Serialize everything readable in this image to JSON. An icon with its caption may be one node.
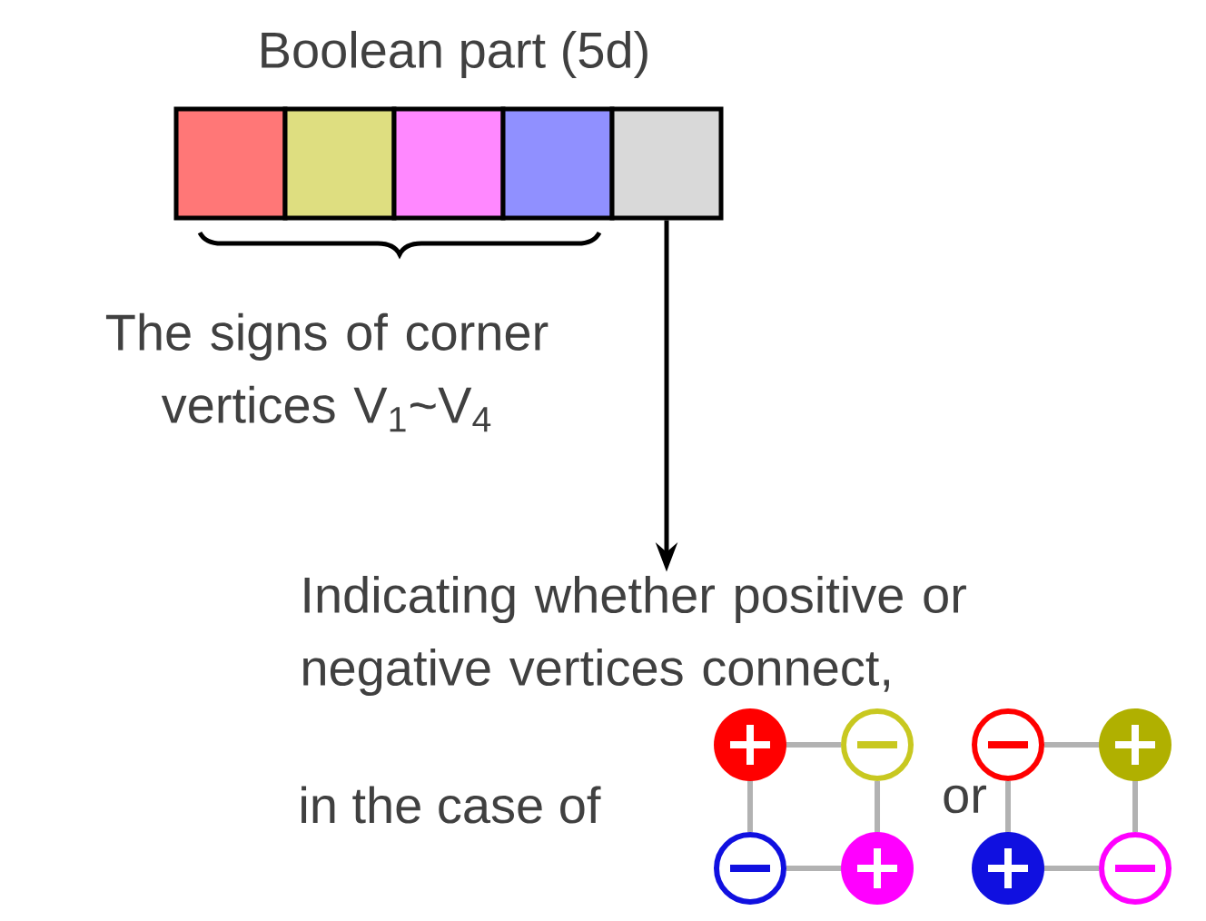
{
  "diagram": {
    "title": "Boolean part (5d)",
    "nodes": [
      {
        "text": [],
        "shape": "box"
      },
      {
        "text": [],
        "shape": "box"
      },
      {
        "text": [],
        "shape": "box"
      },
      {
        "text": [],
        "shape": "box"
      },
      {
        "text": [],
        "shape": "box"
      },
      {
        "text": [
          "Indicating whether positive or negative vertices connect,"
        ]
      }
    ],
    "edges": [
      {
        "from": 4,
        "to": 5,
        "arrow": "to"
      }
    ],
    "labels": [
      "The signs of corner vertices V$_{1}$~V$_{4}$",
      "in the case of",
      "or"
    ]
  }
}
